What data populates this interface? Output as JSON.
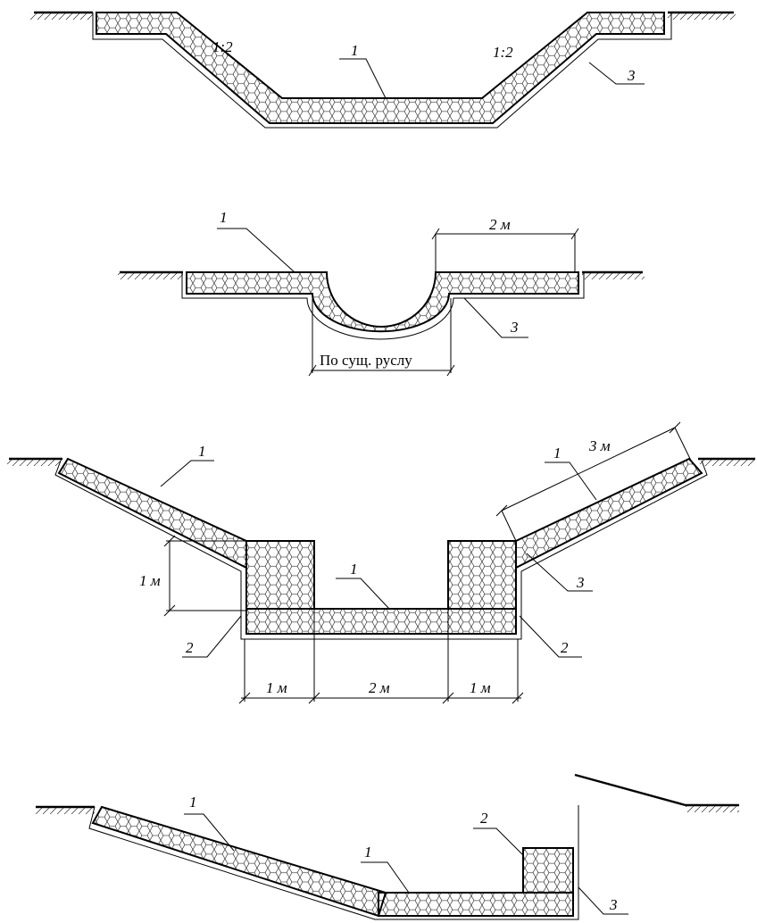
{
  "drawing_1": {
    "slope_left": "1:2",
    "slope_right": "1:2",
    "callouts": [
      "1",
      "3"
    ]
  },
  "drawing_2": {
    "callouts": [
      "1",
      "3"
    ],
    "dim_top": "2 м",
    "dim_bottom": "По сущ. руслу"
  },
  "drawing_3": {
    "callouts": [
      "1",
      "1",
      "1",
      "3",
      "2",
      "2"
    ],
    "dim_slope": "3 м",
    "dim_height": "1 м",
    "dim_bottom": [
      "1 м",
      "2 м",
      "1 м"
    ]
  },
  "drawing_4": {
    "callouts": [
      "1",
      "1",
      "2",
      "3"
    ]
  },
  "colors": {
    "ink": "#000000",
    "fill": "#ffffff"
  },
  "hatch_pattern": "hexagonal-mesh"
}
